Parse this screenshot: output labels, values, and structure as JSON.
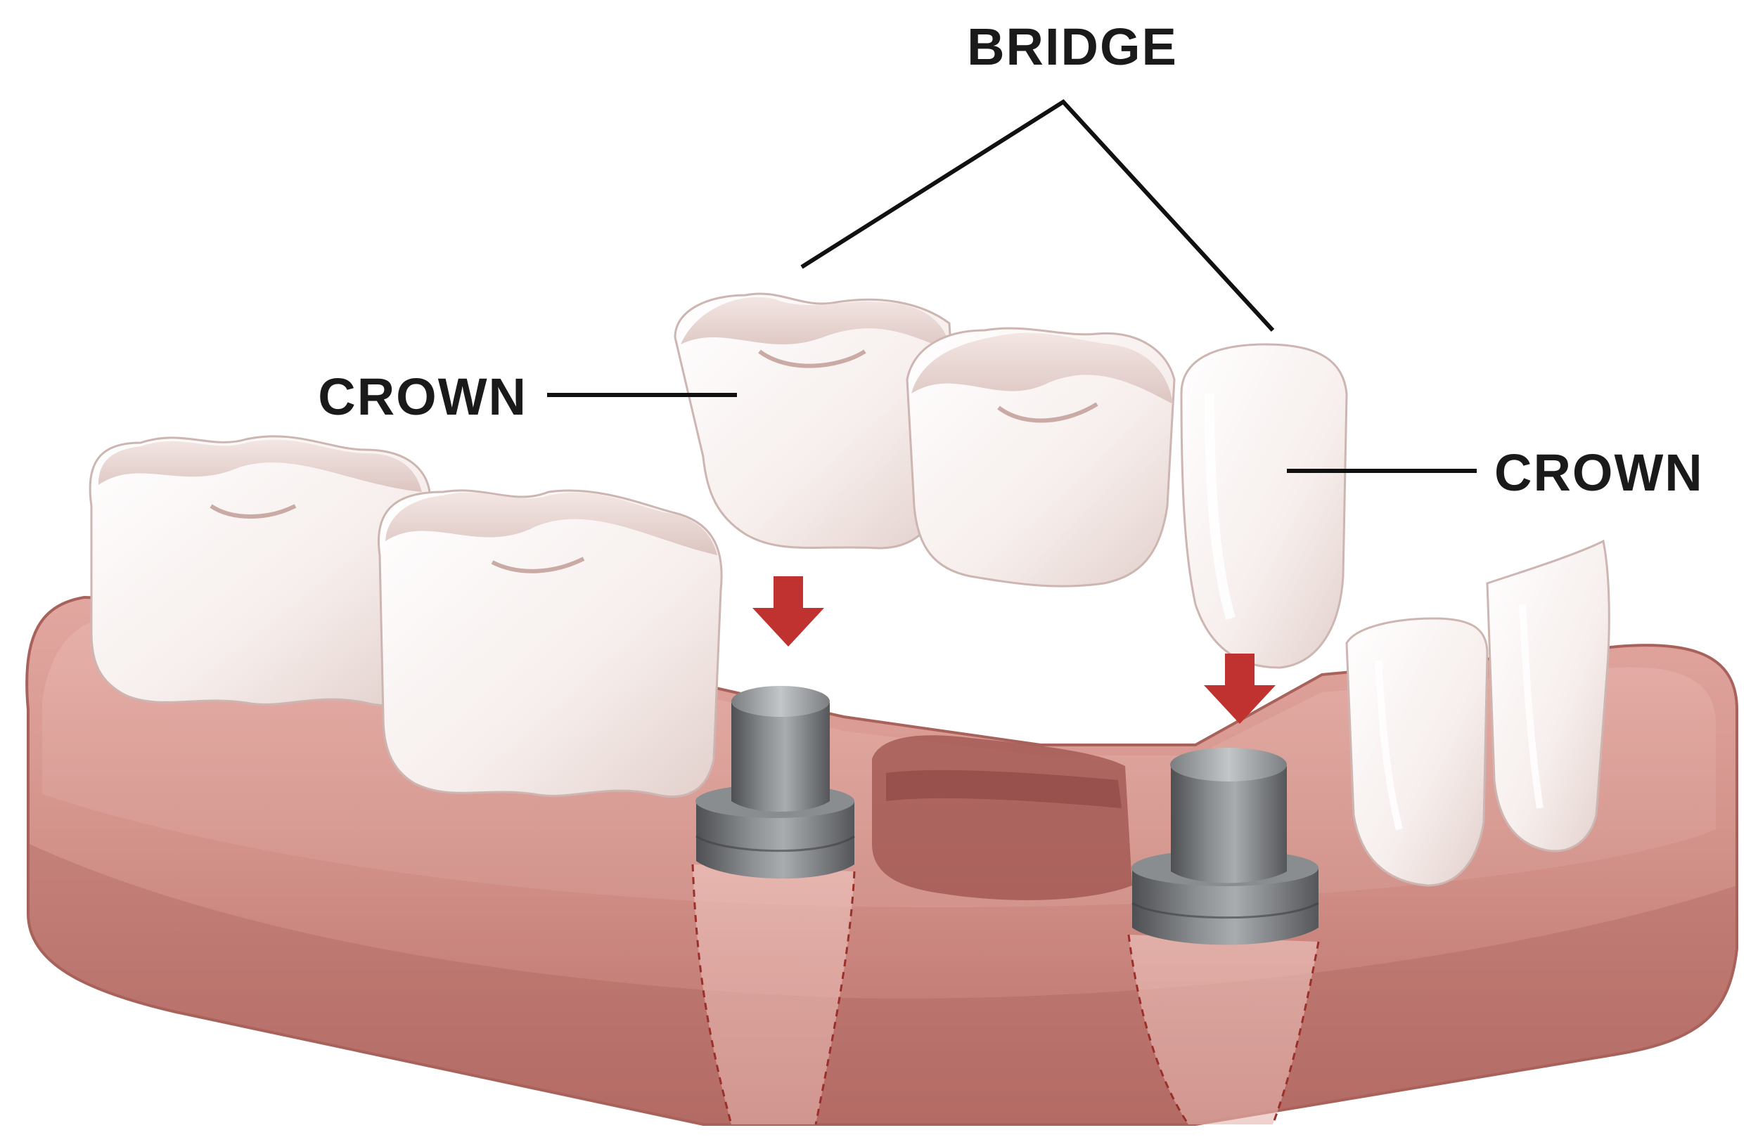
{
  "labels": {
    "bridge": "BRIDGE",
    "crown_left": "CROWN",
    "crown_right": "CROWN"
  },
  "colors": {
    "gum": "#d08e86",
    "gum_dark": "#a85e57",
    "gum_light": "#e6b0a8",
    "tooth": "#fbf6f4",
    "tooth_shadow": "#e3d2cf",
    "abutment": "#6b6d70",
    "abutment_light": "#a4a7aa",
    "arrow": "#c0322f",
    "leader": "#111111"
  },
  "icons": [
    "arrow-down-icon"
  ]
}
